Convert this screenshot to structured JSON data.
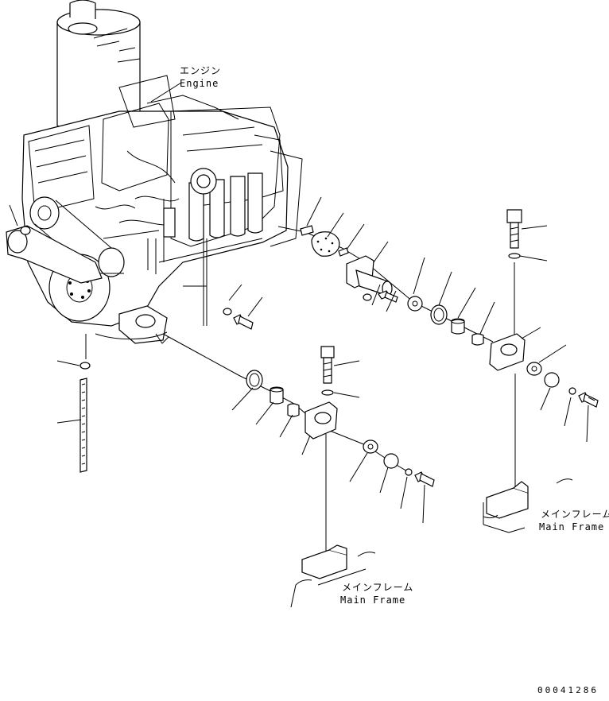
{
  "labels": {
    "engine_jp": "エンジン",
    "engine_en": "Engine",
    "frame_left_jp": "メインフレーム",
    "frame_left_en": "Main Frame",
    "frame_right_jp": "メインフレーム",
    "frame_right_en": "Main Frame",
    "drawing_number": "00041286"
  },
  "colors": {
    "line": "#000000",
    "background": "#ffffff"
  }
}
